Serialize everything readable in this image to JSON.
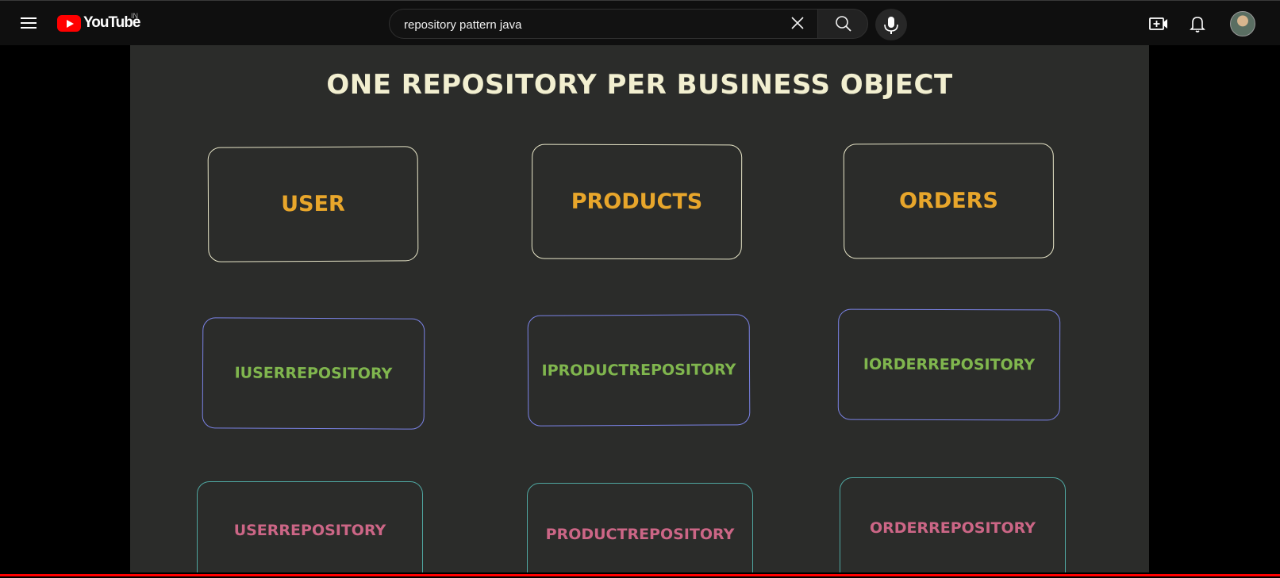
{
  "header": {
    "logo_text": "YouTube",
    "country_code": "IN",
    "search": {
      "value": "repository pattern java",
      "placeholder": "Search"
    },
    "icons": [
      "menu-icon",
      "clear-icon",
      "search-icon",
      "mic-icon",
      "create-icon",
      "bell-icon"
    ]
  },
  "video": {
    "slide_title": "ONE REPOSITORY PER BUSINESS OBJECT",
    "business_objects": [
      "USER",
      "PRODUCTS",
      "ORDERS"
    ],
    "interfaces": [
      "IUSERREPOSITORY",
      "IPRODUCTREPOSITORY",
      "IORDERREPOSITORY"
    ],
    "implementations": [
      "USERREPOSITORY",
      "PRODUCTREPOSITORY",
      "ORDERREPOSITORY"
    ],
    "progress_fraction": 1.0
  },
  "colors": {
    "accent_red": "#ff0000",
    "title": "#f2efd0",
    "business_object_text": "#e8a62b",
    "interface_text": "#80b64e",
    "implementation_text": "#cc6686"
  }
}
